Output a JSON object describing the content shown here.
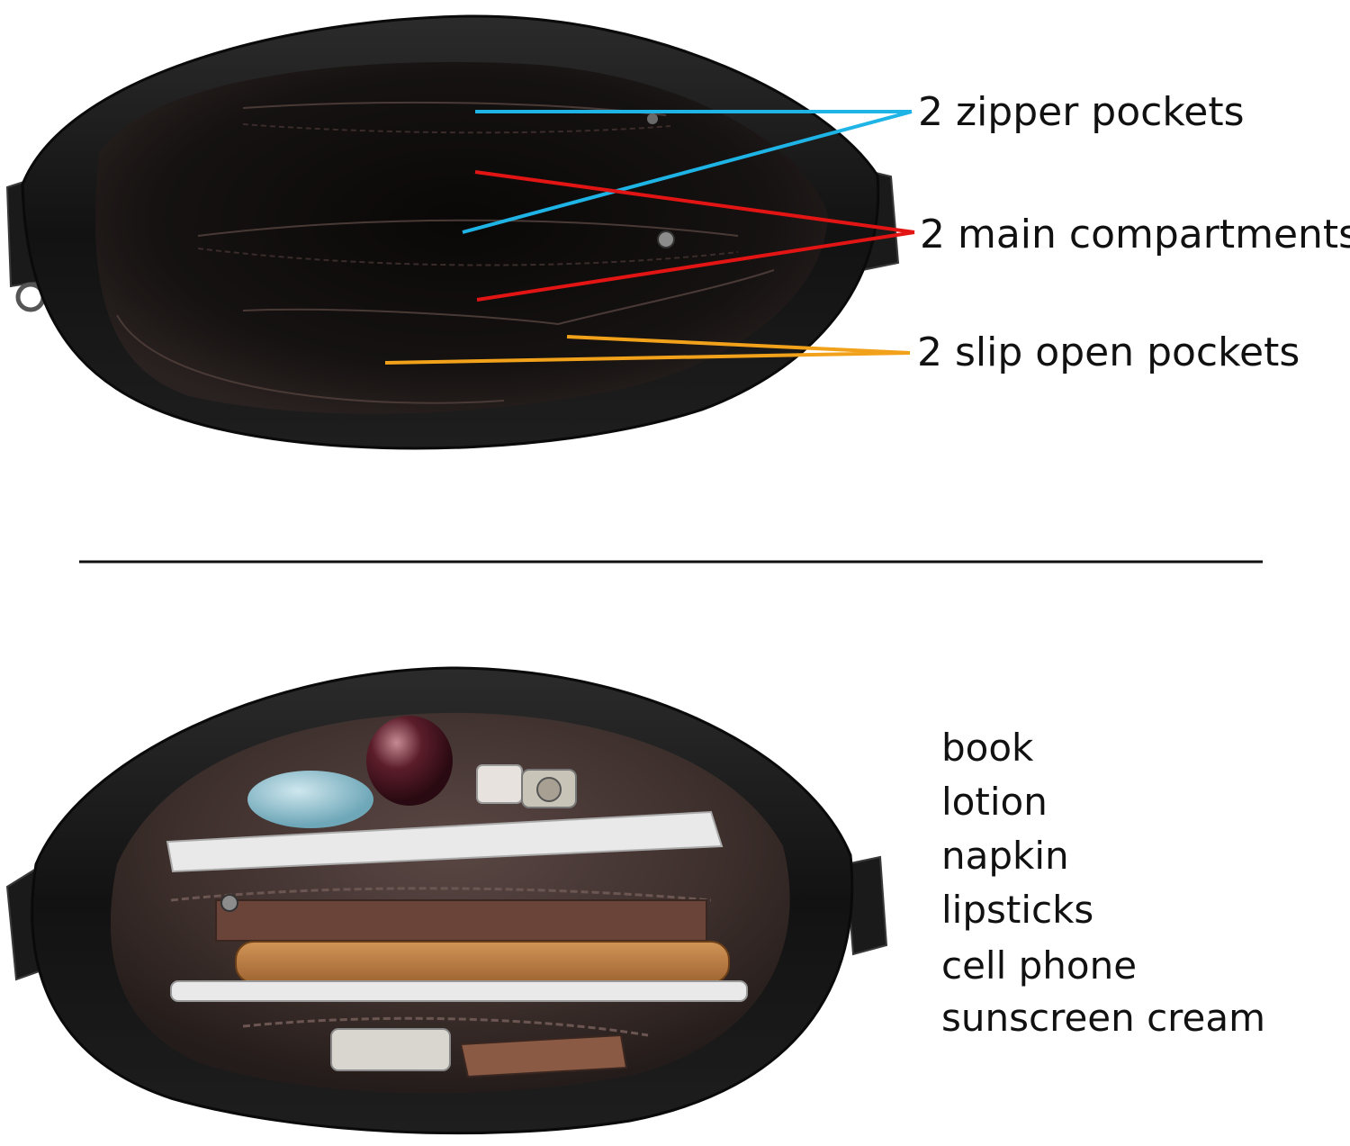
{
  "callouts": {
    "zipper": "2 zipper pockets",
    "main": "2 main compartments",
    "slip": "2 slip open pockets"
  },
  "items": [
    "book",
    "lotion",
    "napkin",
    "lipsticks",
    "cell phone",
    "sunscreen cream"
  ],
  "colors": {
    "zipper_lines": "#1fb4e6",
    "main_lines": "#e31414",
    "slip_lines": "#f2a21a",
    "bag_leather": "#151515",
    "lining_dark": "#0b0908",
    "lining_brown": "#4a3a36",
    "divider": "#111111"
  }
}
